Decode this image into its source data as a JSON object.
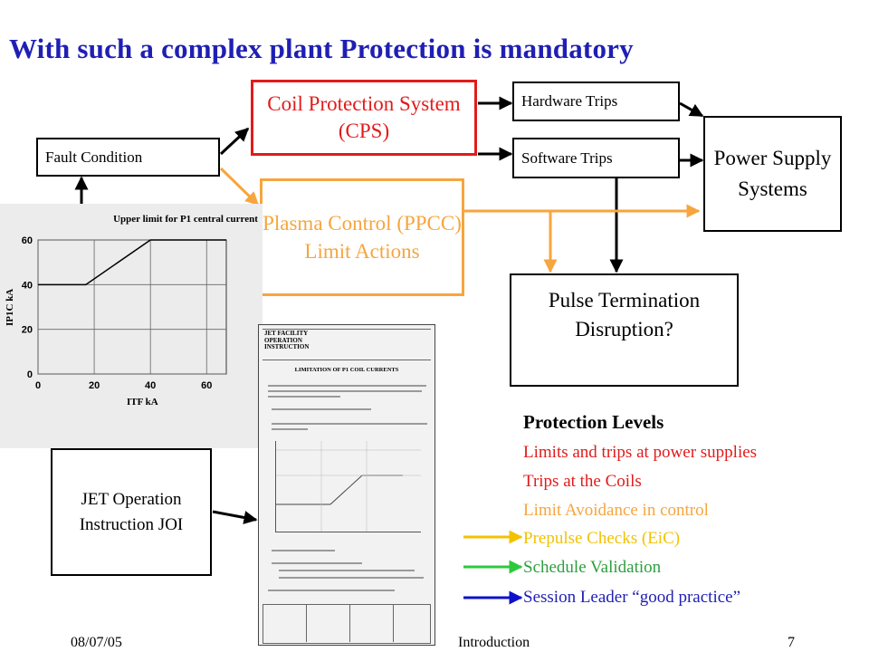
{
  "title": "With such a complex plant Protection is mandatory",
  "boxes": {
    "fault_condition": "Fault Condition",
    "cps": "Coil Protection System (CPS)",
    "ppcc": "Plasma Control (PPCC) Limit Actions",
    "hardware_trips": "Hardware Trips",
    "software_trips": "Software Trips",
    "power_supply": "Power Supply Systems",
    "pulse_termination": "Pulse Termination Disruption?",
    "joi": "JET Operation Instruction JOI"
  },
  "chart": {
    "title": "Upper limit for P1 central current",
    "ylabel": "IP1C kA",
    "xlabel": "ITF kA",
    "y_ticks": [
      "60",
      "40",
      "20",
      "0"
    ],
    "x_ticks": [
      "0",
      "20",
      "40",
      "60"
    ]
  },
  "chart_data": {
    "type": "line",
    "title": "Upper limit for P1 central current",
    "xlabel": "ITF kA",
    "ylabel": "IP1C kA",
    "x": [
      0,
      17,
      40,
      67
    ],
    "series": [
      {
        "values": [
          40,
          40,
          60,
          60
        ]
      }
    ],
    "xlim": [
      0,
      67
    ],
    "ylim": [
      0,
      60
    ],
    "grid": true
  },
  "document": {
    "heading": "JET FACILITY OPERATION INSTRUCTION",
    "section": "LIMITATION OF P1 COIL CURRENTS"
  },
  "protection_levels": {
    "heading": "Protection Levels",
    "items": [
      {
        "label": "Limits and trips at power supplies",
        "color": "#e21b1b"
      },
      {
        "label": "Trips at the Coils",
        "color": "#e21b1b"
      },
      {
        "label": "Limit Avoidance in control",
        "color": "#f7a53e"
      },
      {
        "label": "Prepulse Checks (EiC)",
        "color": "#f2c200",
        "arrow": "#f2c200"
      },
      {
        "label": "Schedule Validation",
        "color": "#2e9e3e",
        "arrow": "#2ec83e"
      },
      {
        "label": "Session Leader “good practice”",
        "color": "#1f1fb4",
        "arrow": "#1010cc"
      }
    ]
  },
  "footer": {
    "date": "08/07/05",
    "center": "Introduction",
    "page": "7"
  },
  "colors": {
    "title": "#1f1fb4",
    "cps": "#e21b1b",
    "ppcc": "#f7a53e"
  }
}
